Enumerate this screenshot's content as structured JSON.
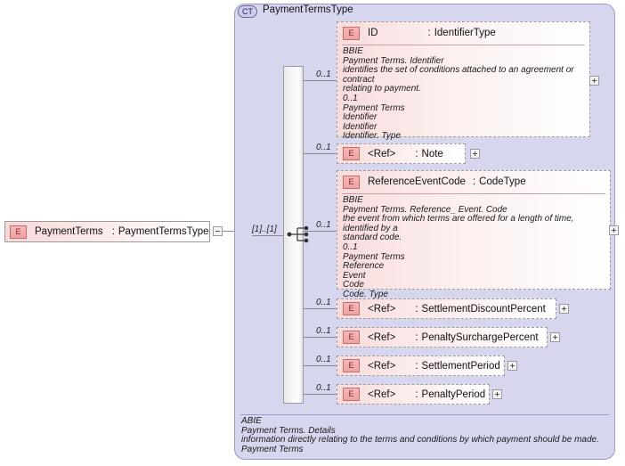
{
  "diagram": {
    "kind": "xsd-schema-diagram",
    "root_element": {
      "tag": "E",
      "name": "PaymentTerms",
      "separator": ":",
      "type": "PaymentTermsType",
      "collapse_toggle": "minus"
    },
    "container": {
      "badge": "CT",
      "title": "PaymentTermsType",
      "compositor": "sequence",
      "root_cardinality": "[1]..[1]"
    },
    "children": [
      {
        "id": "id",
        "style": "detail",
        "tag": "E",
        "name": "ID",
        "separator": ":",
        "type": "IdentifierType",
        "cardinality": "0..1",
        "expand_toggle": "plus",
        "documentation": "BBIE\nPayment Terms. Identifier\nidentifies the set of conditions attached to an agreement or contract\nrelating to payment.\n0..1\nPayment Terms\nIdentifier\nIdentifier\nIdentifier. Type"
      },
      {
        "id": "note",
        "style": "ref",
        "tag": "E",
        "name": "<Ref>",
        "separator": ":",
        "type": "Note",
        "cardinality": "0..1",
        "expand_toggle": "plus"
      },
      {
        "id": "reference-event-code",
        "style": "detail",
        "tag": "E",
        "name": "ReferenceEventCode",
        "separator": ":",
        "type": "CodeType",
        "cardinality": "0..1",
        "expand_toggle": "plus",
        "documentation": "BBIE\nPayment Terms. Reference_ Event. Code\nthe event from which terms are offered for a length of time, identified by a\nstandard code.\n0..1\nPayment Terms\nReference\nEvent\nCode\nCode. Type"
      },
      {
        "id": "settlement-discount-percent",
        "style": "ref",
        "tag": "E",
        "name": "<Ref>",
        "separator": ":",
        "type": "SettlementDiscountPercent",
        "cardinality": "0..1",
        "expand_toggle": "plus"
      },
      {
        "id": "penalty-surcharge-percent",
        "style": "ref",
        "tag": "E",
        "name": "<Ref>",
        "separator": ":",
        "type": "PenaltySurchargePercent",
        "cardinality": "0..1",
        "expand_toggle": "plus"
      },
      {
        "id": "settlement-period",
        "style": "ref",
        "tag": "E",
        "name": "<Ref>",
        "separator": ":",
        "type": "SettlementPeriod",
        "cardinality": "0..1",
        "expand_toggle": "plus"
      },
      {
        "id": "penalty-period",
        "style": "ref",
        "tag": "E",
        "name": "<Ref>",
        "separator": ":",
        "type": "PenaltyPeriod",
        "cardinality": "0..1",
        "expand_toggle": "plus"
      }
    ],
    "footer_documentation": "ABIE\nPayment Terms. Details\ninformation directly relating to the terms and conditions by which payment should be made.\nPayment Terms",
    "colors": {
      "container_fill": "#d6d6ef",
      "container_border": "#9a9ac4",
      "element_fill": "#f8dcdc",
      "element_tag_border": "#c96a6a",
      "line": "#8a8a8a"
    }
  }
}
